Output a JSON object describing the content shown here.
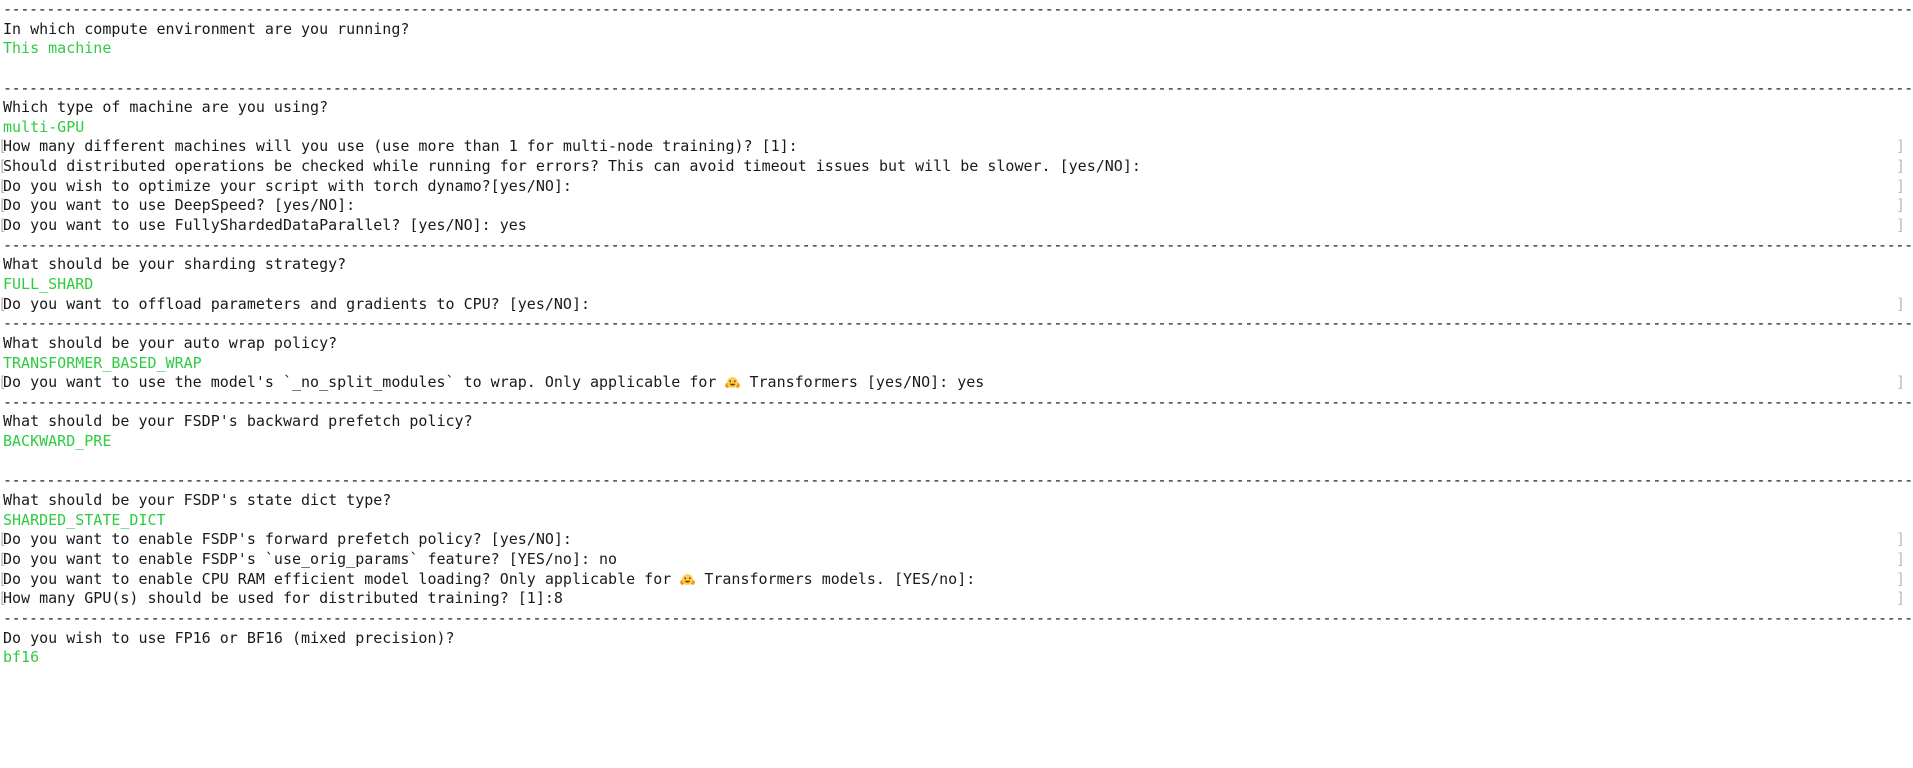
{
  "terminal": {
    "app": "accelerate config",
    "colors": {
      "background": "#ffffff",
      "prompt_text": "#1a1a1a",
      "answer_text": "#2ecc40",
      "wrap_marker": "#b9b9b9"
    },
    "separator": "--------------------------------------------------------------------------------------------------------------------------------------------------------------------------------------------------------------------------------------",
    "wrap_marker_left": "[",
    "wrap_marker_right": "]",
    "emoji_name": "hugging-face-emoji",
    "lines": [
      {
        "kind": "rule"
      },
      {
        "kind": "prompt",
        "text": "In which compute environment are you running?"
      },
      {
        "kind": "answer",
        "text": "This machine"
      },
      {
        "kind": "blank"
      },
      {
        "kind": "rule"
      },
      {
        "kind": "prompt",
        "text": "Which type of machine are you using?"
      },
      {
        "kind": "answer",
        "text": "multi-GPU"
      },
      {
        "kind": "prompt",
        "wrap": true,
        "text": "How many different machines will you use (use more than 1 for multi-node training)? [1]:"
      },
      {
        "kind": "prompt",
        "wrap": true,
        "text": "Should distributed operations be checked while running for errors? This can avoid timeout issues but will be slower. [yes/NO]:"
      },
      {
        "kind": "prompt",
        "wrap": true,
        "text": "Do you wish to optimize your script with torch dynamo?[yes/NO]:"
      },
      {
        "kind": "prompt",
        "wrap": true,
        "text": "Do you want to use DeepSpeed? [yes/NO]:"
      },
      {
        "kind": "prompt",
        "wrap": true,
        "text": "Do you want to use FullyShardedDataParallel? [yes/NO]: yes"
      },
      {
        "kind": "rule"
      },
      {
        "kind": "prompt",
        "text": "What should be your sharding strategy?"
      },
      {
        "kind": "answer",
        "text": "FULL_SHARD"
      },
      {
        "kind": "prompt",
        "wrap": true,
        "text": "Do you want to offload parameters and gradients to CPU? [yes/NO]:"
      },
      {
        "kind": "rule"
      },
      {
        "kind": "prompt",
        "text": "What should be your auto wrap policy?"
      },
      {
        "kind": "answer",
        "text": "TRANSFORMER_BASED_WRAP"
      },
      {
        "kind": "prompt",
        "wrap": true,
        "emoji_at": 77,
        "text_before": "Do you want to use the model's `_no_split_modules` to wrap. Only applicable for ",
        "text_after": " Transformers [yes/NO]: yes"
      },
      {
        "kind": "rule"
      },
      {
        "kind": "prompt",
        "text": "What should be your FSDP's backward prefetch policy?"
      },
      {
        "kind": "answer",
        "text": "BACKWARD_PRE"
      },
      {
        "kind": "blank"
      },
      {
        "kind": "rule"
      },
      {
        "kind": "prompt",
        "text": "What should be your FSDP's state dict type?"
      },
      {
        "kind": "answer",
        "text": "SHARDED_STATE_DICT"
      },
      {
        "kind": "prompt",
        "wrap": true,
        "text": "Do you want to enable FSDP's forward prefetch policy? [yes/NO]:"
      },
      {
        "kind": "prompt",
        "wrap": true,
        "text": "Do you want to enable FSDP's `use_orig_params` feature? [YES/no]: no"
      },
      {
        "kind": "prompt",
        "wrap": true,
        "emoji_at": 70,
        "text_before": "Do you want to enable CPU RAM efficient model loading? Only applicable for ",
        "text_after": " Transformers models. [YES/no]:"
      },
      {
        "kind": "prompt",
        "wrap": true,
        "text": "How many GPU(s) should be used for distributed training? [1]:8"
      },
      {
        "kind": "rule"
      },
      {
        "kind": "prompt",
        "text": "Do you wish to use FP16 or BF16 (mixed precision)?"
      },
      {
        "kind": "answer",
        "text": "bf16"
      }
    ]
  }
}
